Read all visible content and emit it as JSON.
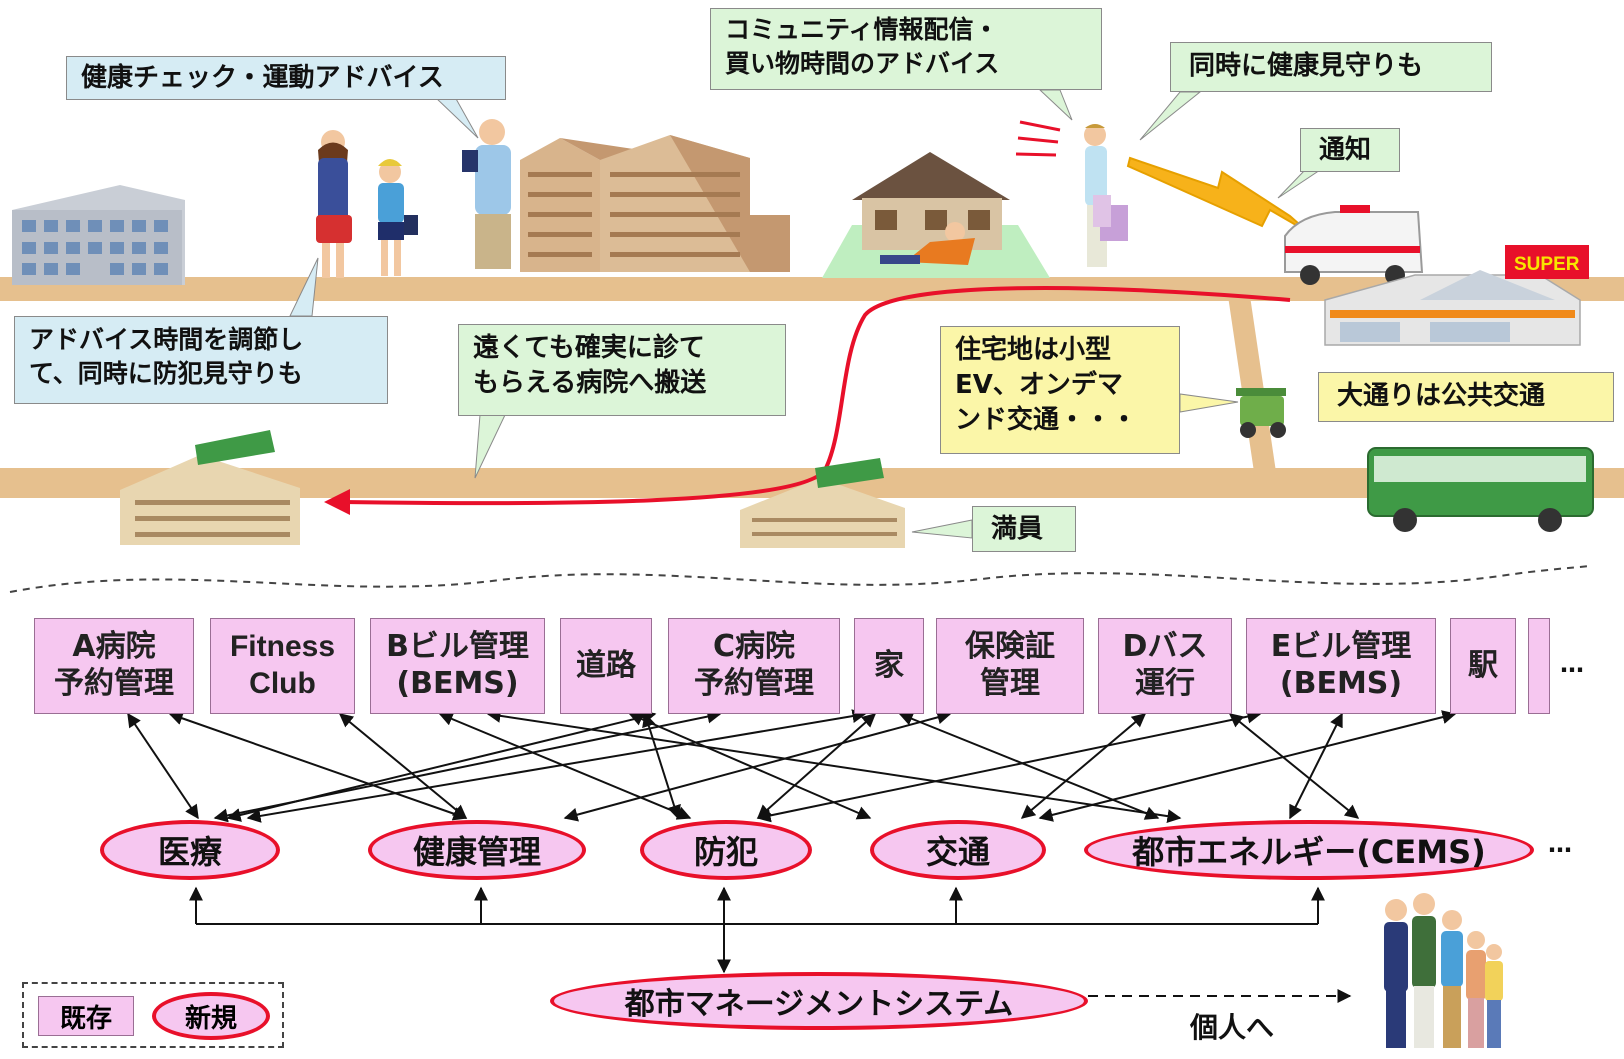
{
  "callouts": {
    "health_check": "健康チェック・運動アドバイス",
    "community_line1": "コミュニティ情報配信・",
    "community_line2": "買い物時間のアドバイス",
    "health_watch": "同時に健康見守りも",
    "notify": "通知",
    "advice_line1": "アドバイス時間を調節し",
    "advice_line2": "て、同時に防犯見守りも",
    "transport_line1": "遠くても確実に診て",
    "transport_line2": "もらえる病院へ搬送",
    "ev_line1": "住宅地は小型",
    "ev_line2": "EV、オンデマ",
    "ev_line3": "ンド交通・・・",
    "public_transit": "大通りは公共交通",
    "full": "満員"
  },
  "store_sign": "SUPER",
  "systems": [
    {
      "line1": "A病院",
      "line2": "予約管理"
    },
    {
      "line1": "Fitness",
      "line2": "Club"
    },
    {
      "line1": "Bビル管理",
      "line2": "(BEMS)"
    },
    {
      "line1": "道路",
      "line2": ""
    },
    {
      "line1": "C病院",
      "line2": "予約管理"
    },
    {
      "line1": "家",
      "line2": ""
    },
    {
      "line1": "保険証",
      "line2": "管理"
    },
    {
      "line1": "Dバス",
      "line2": "運行"
    },
    {
      "line1": "Eビル管理",
      "line2": "(BEMS)"
    },
    {
      "line1": "駅",
      "line2": ""
    }
  ],
  "services": [
    "医療",
    "健康管理",
    "防犯",
    "交通",
    "都市エネルギー(CEMS)"
  ],
  "ellipsis": "…",
  "platform": "都市マネージメントシステム",
  "to_individual": "個人へ",
  "legend": {
    "existing": "既存",
    "new": "新規"
  },
  "colors": {
    "existing_fill": "#f6c7f0",
    "new_border": "#e8102a",
    "road": "#e6c08e",
    "route": "#e8102a"
  }
}
